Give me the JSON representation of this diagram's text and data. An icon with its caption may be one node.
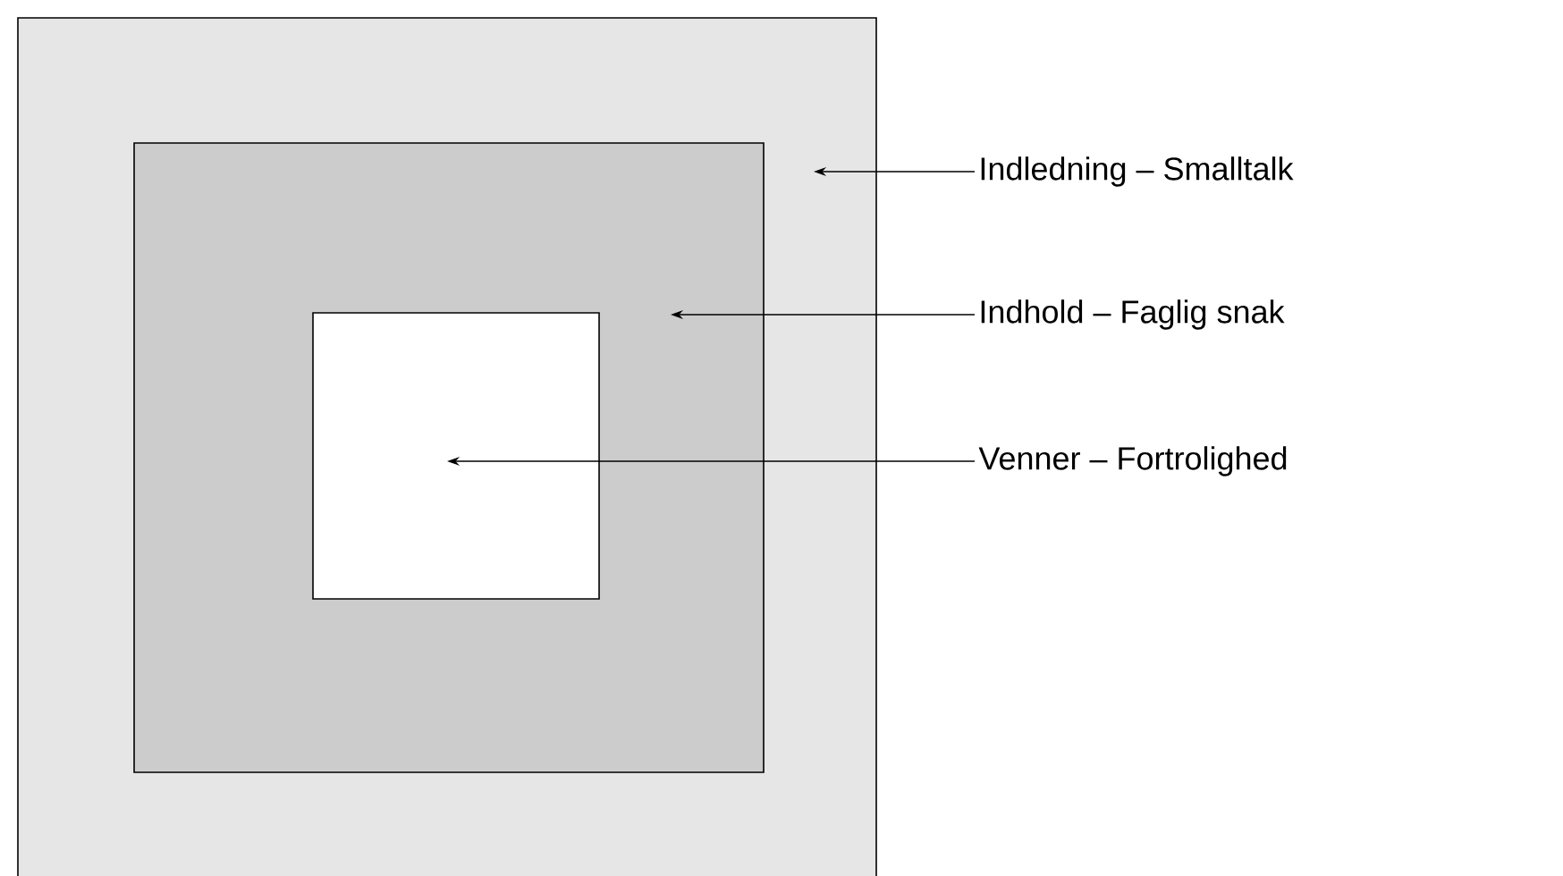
{
  "diagram": {
    "nodes": [
      {
        "text": [],
        "shape": "box"
      },
      {
        "text": [],
        "shape": "box",
        "in": 0
      },
      {
        "text": [],
        "shape": "box",
        "in": 1
      },
      {
        "text": [
          "Indledning – Smalltalk"
        ]
      },
      {
        "text": [
          "Indhold – Faglig snak"
        ]
      },
      {
        "text": [
          "Venner – Fortrolighed"
        ]
      }
    ],
    "edges": [
      {
        "from": 3,
        "to": 0,
        "arrow": "to"
      },
      {
        "from": 4,
        "to": 1,
        "arrow": "to"
      },
      {
        "from": 5,
        "to": 2,
        "arrow": "to"
      }
    ]
  }
}
